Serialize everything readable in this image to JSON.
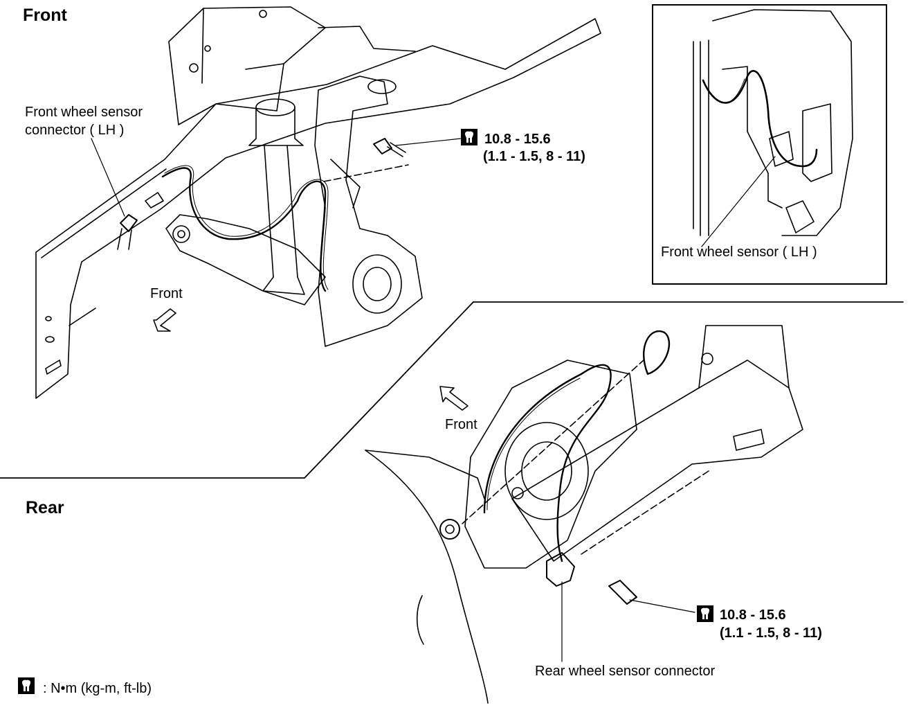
{
  "sections": {
    "front": "Front",
    "rear": "Rear"
  },
  "front": {
    "connector_label_line1": "Front wheel sensor",
    "connector_label_line2": "connector ( LH )",
    "direction_label": "Front",
    "torque_line1": "10.8 - 15.6",
    "torque_line2": "(1.1 - 1.5, 8 - 11)"
  },
  "inset": {
    "sensor_label": "Front wheel sensor ( LH )"
  },
  "rear": {
    "direction_label": "Front",
    "torque_line1": "10.8 - 15.6",
    "torque_line2": "(1.1 - 1.5, 8 - 11)",
    "connector_label": "Rear wheel sensor connector"
  },
  "legend": {
    "text": ": N•m (kg-m,  ft-lb)",
    "icon": "torque-wrench-icon"
  },
  "colors": {
    "line": "#000000",
    "background": "#ffffff"
  }
}
